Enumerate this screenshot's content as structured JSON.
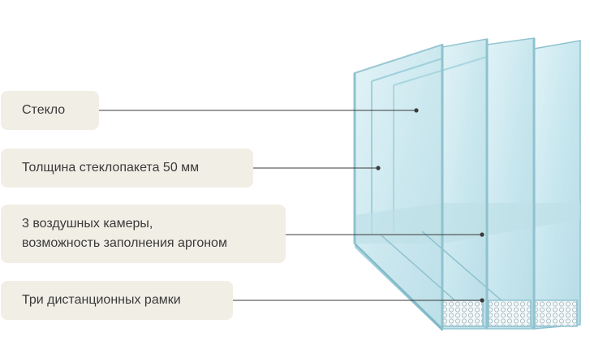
{
  "labels": [
    {
      "id": "glass",
      "lines": [
        "Стекло"
      ]
    },
    {
      "id": "thickness",
      "lines": [
        "Толщина стеклопакета 50 мм"
      ]
    },
    {
      "id": "chambers",
      "lines": [
        "3 воздушных камеры,",
        "возможность заполнения аргоном"
      ]
    },
    {
      "id": "spacers",
      "lines": [
        "Три дистанционных рамки"
      ]
    }
  ],
  "colors": {
    "label_background": "#f1eee6",
    "label_text": "#3a3a3a",
    "leader_line": "#3a3a3a",
    "glass_fill": "#cfe9ef",
    "glass_edge": "#8fc2cf",
    "spacer_fill": "#e9f1f3"
  },
  "icons": [
    "glass-pane",
    "spacer-frame"
  ]
}
